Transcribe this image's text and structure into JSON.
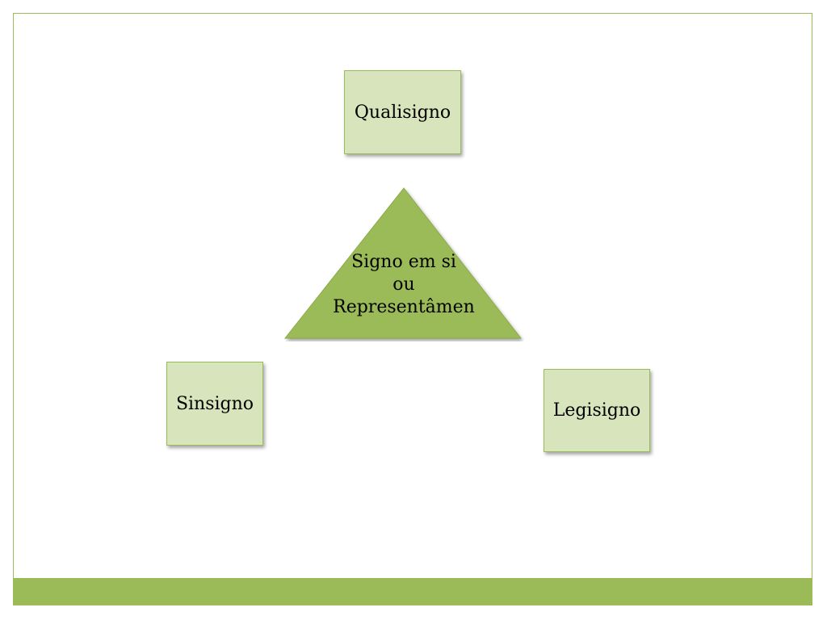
{
  "diagram": {
    "top_box": {
      "label": "Qualisigno"
    },
    "left_box": {
      "label": "Sinsigno"
    },
    "right_box": {
      "label": "Legisigno"
    },
    "center_triangle": {
      "lines": [
        "Signo em si",
        "ou",
        "Representâmen"
      ]
    }
  },
  "colors": {
    "accent": "#9bbb59",
    "box_fill": "#d8e4bc",
    "triangle_fill": "#9bbb59"
  }
}
